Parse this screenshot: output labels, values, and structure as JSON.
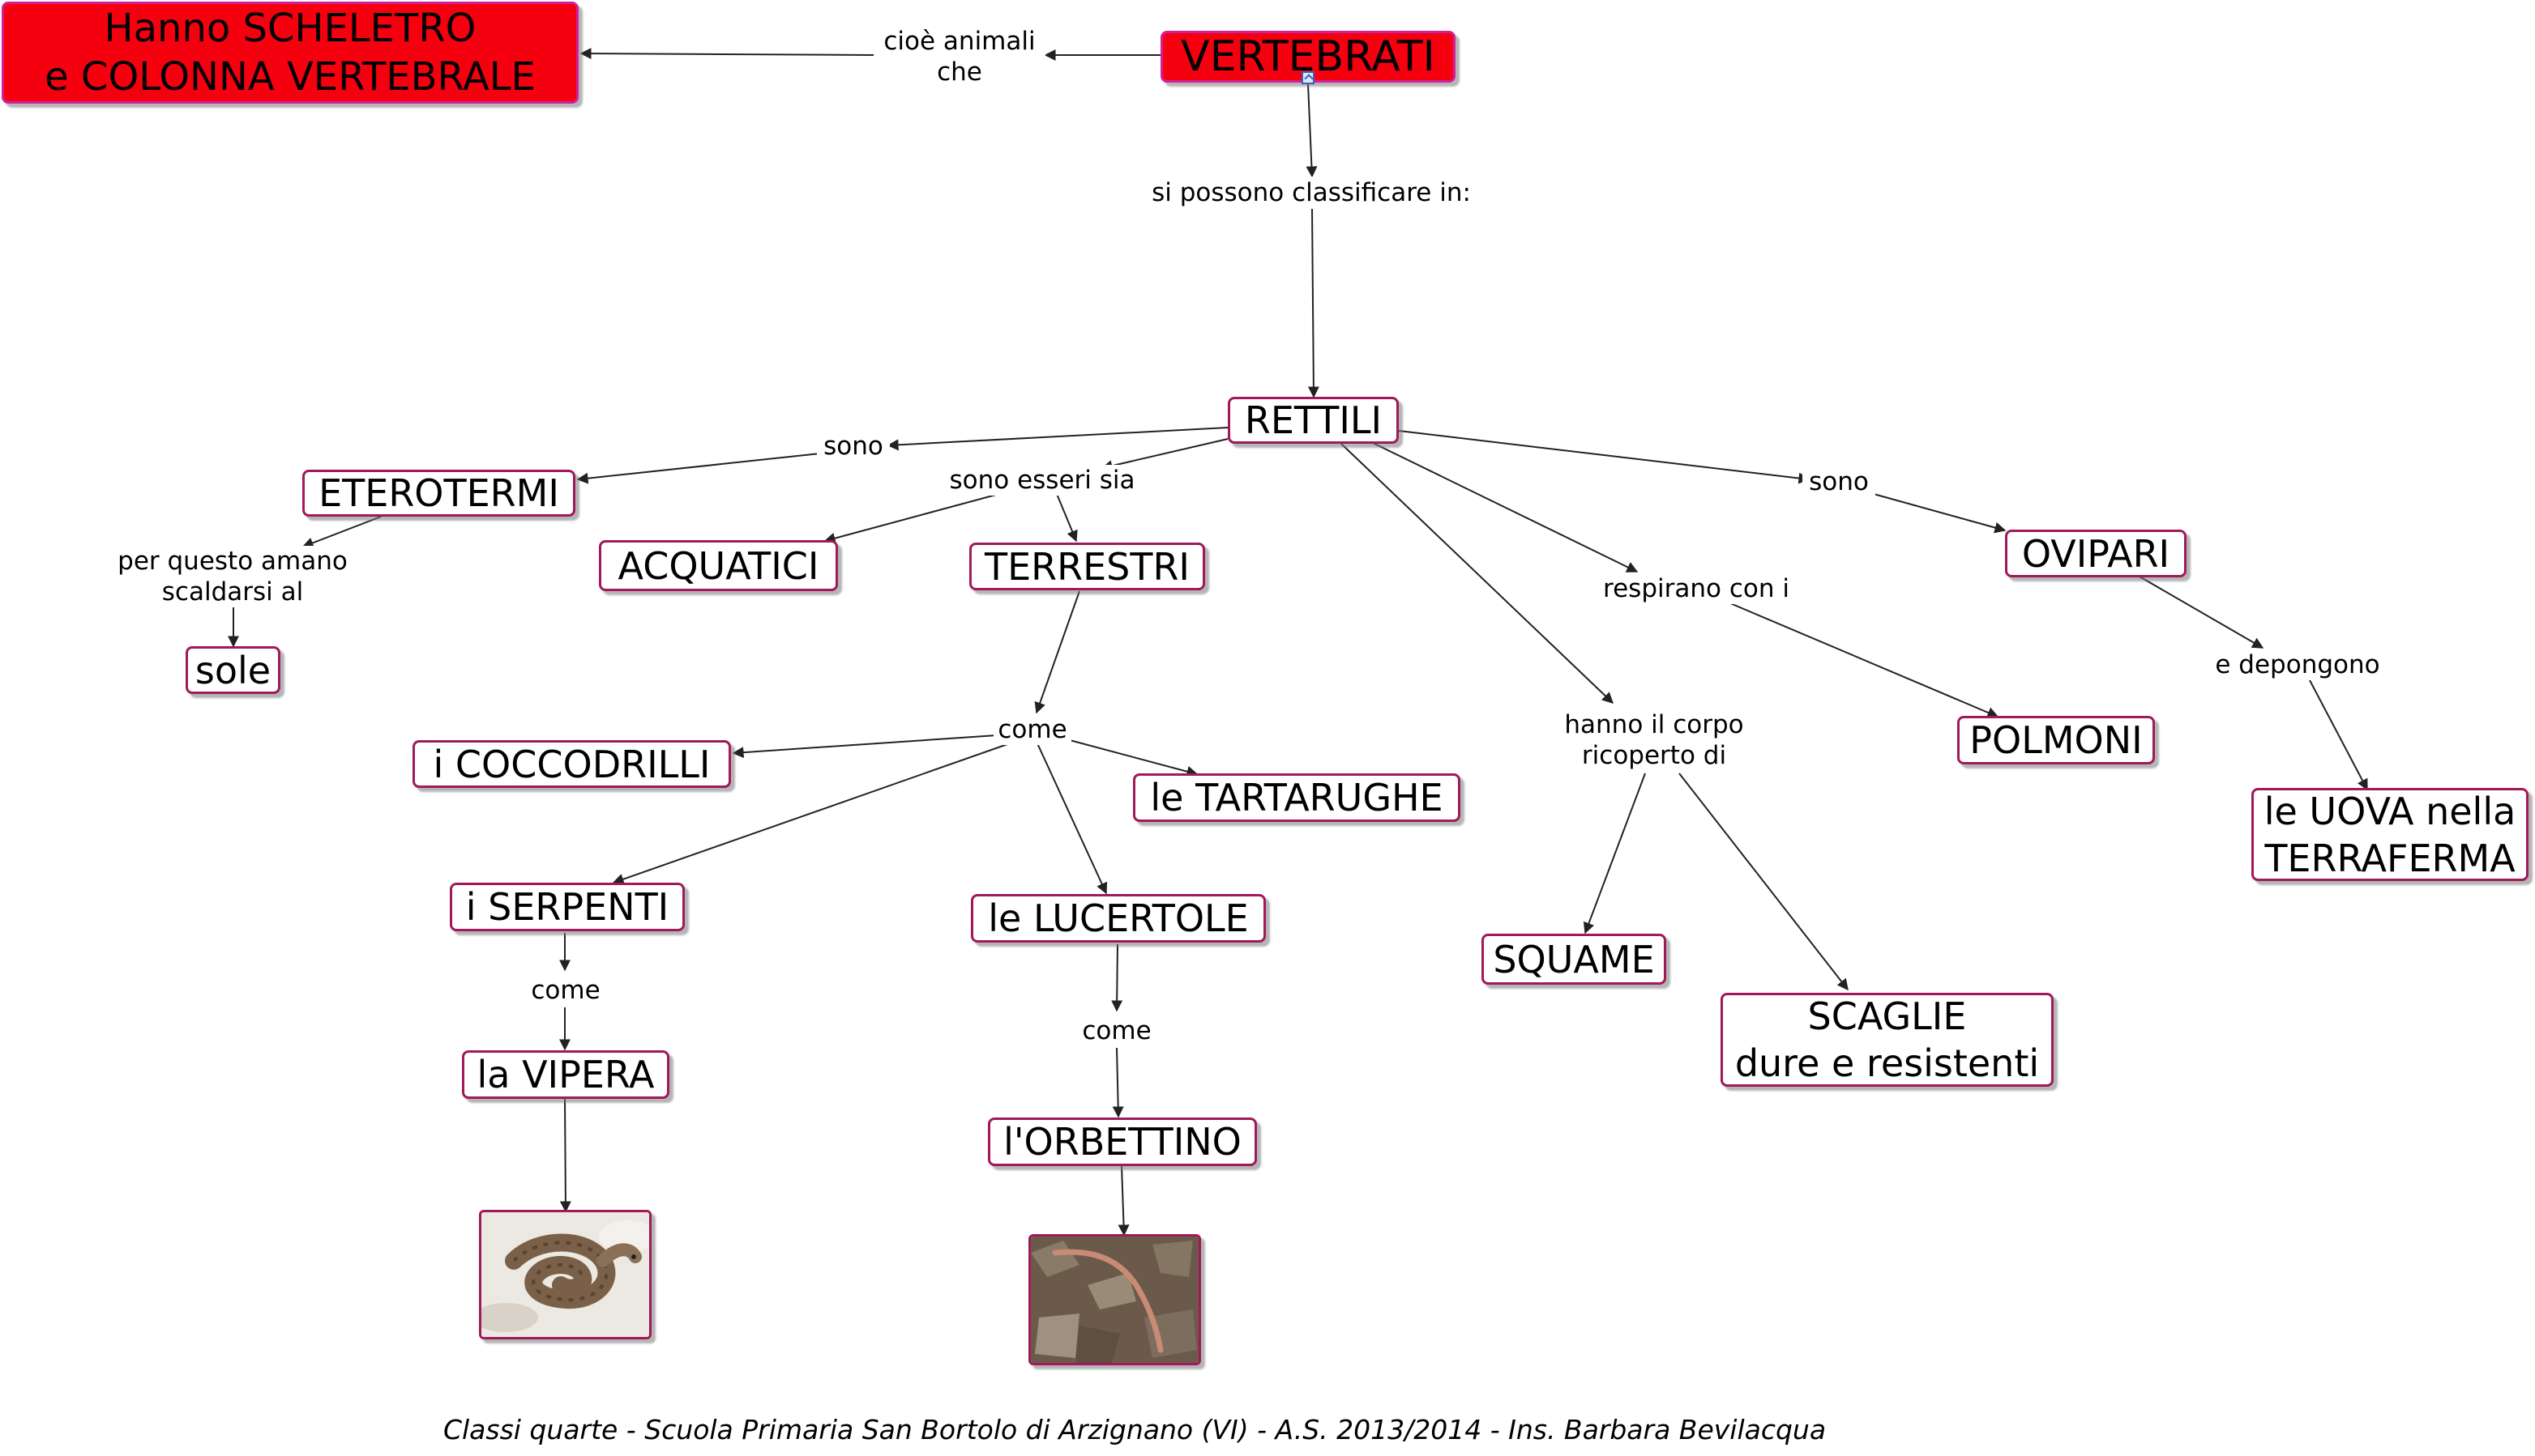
{
  "concepts": {
    "vertebrati": "VERTEBRATI",
    "scheletro": "Hanno SCHELETRO\ne COLONNA VERTEBRALE",
    "rettili": "RETTILI",
    "eterotermi": "ETEROTERMI",
    "acquatici": "ACQUATICI",
    "terrestri": "TERRESTRI",
    "sole": "sole",
    "coccodrilli": "i COCCODRILLI",
    "tartarughe": "le TARTARUGHE",
    "serpenti": "i SERPENTI",
    "lucertole": "le LUCERTOLE",
    "vipera": "la VIPERA",
    "orbettino": "l'ORBETTINO",
    "ovipari": "OVIPARI",
    "polmoni": "POLMONI",
    "squame": "SQUAME",
    "scaglie": "SCAGLIE\ndure e resistenti",
    "uova": "le UOVA nella\nTERRAFERMA"
  },
  "links": {
    "cioe_animali_che": "cioè animali\nche",
    "si_possono_classificare": "si possono classificare in:",
    "sono_1": "sono",
    "sono_esseri_sia": "sono esseri sia",
    "sono_2": "sono",
    "per_questo_amano": "per questo amano\nscaldarsi al",
    "respirano_con_i": "respirano con i",
    "hanno_il_corpo": "hanno il corpo\nricoperto di",
    "e_depongono": "e depongono",
    "come_1": "come",
    "come_2": "come",
    "come_3": "come"
  },
  "images": {
    "vipera_photo": "viper-photo",
    "orbettino_photo": "slow-worm-photo"
  },
  "footer": "Classi quarte - Scuola Primaria San Bortolo di Arzignano (VI) - A.S. 2013/2014 - Ins. Barbara Bevilacqua",
  "colors": {
    "highlight_fill": "#f5000f",
    "highlight_border": "#d21f9b",
    "node_border": "#a0195b",
    "arrow": "#222222"
  }
}
